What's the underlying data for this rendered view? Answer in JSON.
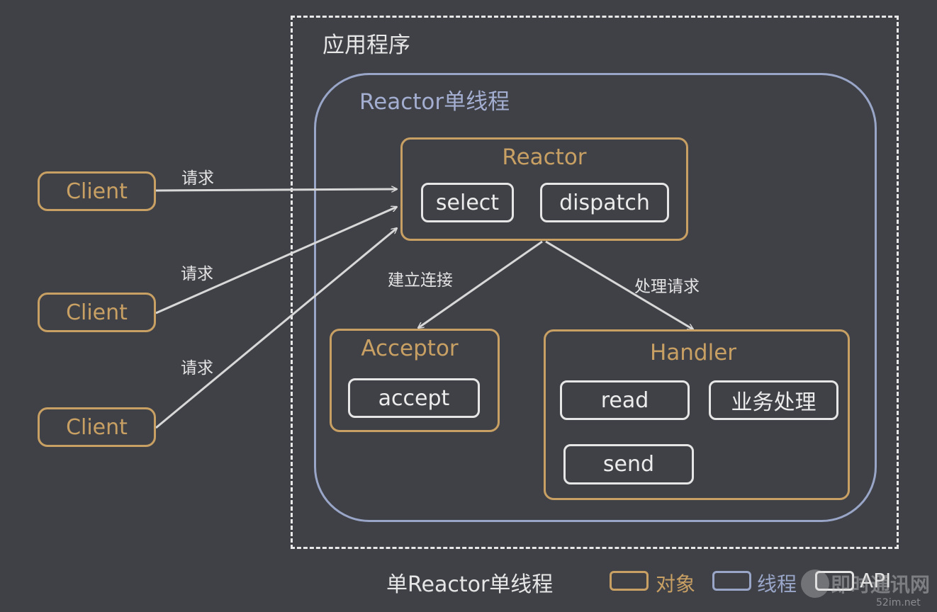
{
  "app": {
    "title": "应用程序"
  },
  "thread": {
    "title": "Reactor单线程"
  },
  "reactor": {
    "title": "Reactor",
    "apis": [
      "select",
      "dispatch"
    ]
  },
  "acceptor": {
    "title": "Acceptor",
    "apis": [
      "accept"
    ]
  },
  "handler": {
    "title": "Handler",
    "apis": [
      "read",
      "业务处理",
      "send"
    ]
  },
  "clients": [
    "Client",
    "Client",
    "Client"
  ],
  "edges": {
    "request": "请求",
    "connect": "建立连接",
    "process": "处理请求"
  },
  "caption": "单Reactor单线程",
  "legend": [
    {
      "label": "对象",
      "color": "#c9a063"
    },
    {
      "label": "线程",
      "color": "#9aa6c8"
    },
    {
      "label": "API",
      "color": "#e6e6e6"
    }
  ],
  "watermark": {
    "text": "即时通讯网",
    "sub": "52im.net"
  },
  "colors": {
    "background": "#3f4147",
    "object": "#c9a063",
    "thread": "#9aa6c8",
    "api": "#e6e6e6",
    "arrow": "#d8d8d8"
  }
}
